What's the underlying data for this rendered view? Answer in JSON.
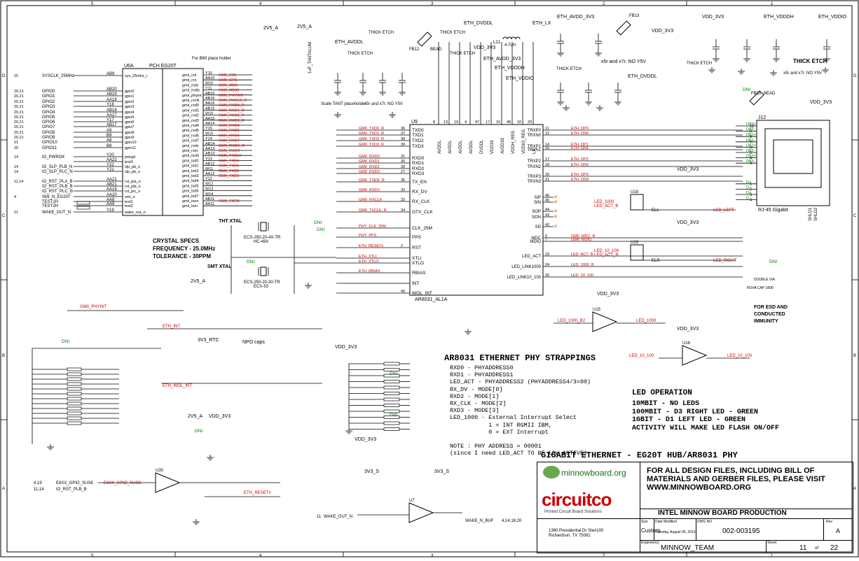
{
  "border": {
    "cols_top": [
      "5",
      "4",
      "3",
      "2",
      "1"
    ],
    "rows_left": [
      "D",
      "C",
      "B",
      "A"
    ]
  },
  "ic_pch": {
    "ref": "U6A",
    "part": "PCH EG20T",
    "left_pins": [
      "sys_25mhz_i",
      "gpio0",
      "gpio1",
      "gpio2",
      "gpio3",
      "gpio4",
      "gpio5",
      "gpio6",
      "gpio7",
      "gpio8",
      "gpio9",
      "gpio10",
      "gpio11",
      "pwrgd",
      "test3",
      "slp_pb_n",
      "slp_pb_n",
      "rst_pla_n",
      "rst_plb_n",
      "rst_plc_n",
      "smi_n",
      "test1",
      "test2",
      "wake_out_n"
    ],
    "right_pins": [
      "gmii_col",
      "gmii_crs",
      "gmii_mdc",
      "gmii_mdio",
      "gmii_phyint",
      "gmii_rxclk",
      "gmii_rxd0",
      "gmii_rxd1",
      "gmii_rxd2",
      "gmii_rxd3",
      "gmii_rxd4",
      "gmii_rxd5",
      "gmii_rxd6",
      "gmii_rxd7",
      "gmii_rxdv",
      "gmii_rxer",
      "gmii_txclk",
      "gmii_txd0",
      "gmii_txd1",
      "gmii_txd2",
      "gmii_txd3",
      "gmii_txd4",
      "gmii_txd5",
      "gmii_txd6",
      "gmii_txd7",
      "gmii_txen",
      "gmii_txer"
    ]
  },
  "left_nets": [
    {
      "pn": "15",
      "net": "SYSCLK_25MHz",
      "ball": "AB9"
    },
    {
      "pn": "20,21",
      "net": "GPIO0",
      "ball": "AB20"
    },
    {
      "pn": "20,21",
      "net": "GPIO1",
      "ball": "AB19"
    },
    {
      "pn": "20,21",
      "net": "GPIO2",
      "ball": "AA18"
    },
    {
      "pn": "20,21",
      "net": "GPIO3",
      "ball": "Y18"
    },
    {
      "pn": "20,21",
      "net": "GPIO4",
      "ball": "AB18"
    },
    {
      "pn": "20,21",
      "net": "GPIO5",
      "ball": "AA17"
    },
    {
      "pn": "20,21",
      "net": "GPIO6",
      "ball": "Y17"
    },
    {
      "pn": "20,21",
      "net": "GPIO7",
      "ball": "AB17"
    },
    {
      "pn": "20,21",
      "net": "GPIO8",
      "ball": "A9"
    },
    {
      "pn": "20,21",
      "net": "GPIO9",
      "ball": "B9"
    },
    {
      "pn": "21",
      "net": "GPIO10",
      "ball": "A8"
    },
    {
      "pn": "20",
      "net": "GPIO11",
      "ball": "B8"
    },
    {
      "pn": "14",
      "net": "IO_PWROK",
      "ball": "Y20"
    },
    {
      "pn": "",
      "net": "",
      "ball": "AA22"
    },
    {
      "pn": "14",
      "net": "IO_SLP_PLB_N",
      "ball": "Y22"
    },
    {
      "pn": "14",
      "net": "IO_SLP_PLC_N",
      "ball": "Y21"
    },
    {
      "pn": "11,14",
      "net": "IO_RST_PLA_B",
      "ball": "AA21"
    },
    {
      "pn": "",
      "net": "IO_RST_PLB_B",
      "ball": "AB21"
    },
    {
      "pn": "",
      "net": "IO_RST_PLC_B",
      "ball": "AA19"
    },
    {
      "pn": "4",
      "net": "SMI_N_EG20T",
      "ball": "AA20"
    },
    {
      "pn": "",
      "net": "TEST1H",
      "ball": "AA8"
    },
    {
      "pn": "",
      "net": "TEST2H",
      "ball": "AA9"
    },
    {
      "pn": "11",
      "net": "WAKE_OUT_N",
      "ball": "Y19"
    }
  ],
  "right_nets": [
    {
      "ball": "Y10",
      "net": "GMII_COL"
    },
    {
      "ball": "AA10",
      "net": "GMII_CRS"
    },
    {
      "ball": "W10",
      "net": "GMII_MDC"
    },
    {
      "ball": "Y11",
      "net": "GMII_MDIO"
    },
    {
      "ball": "AB10",
      "net": "GMII_PHYINT"
    },
    {
      "ball": "AB16",
      "net": "GMII_RXCLK_R"
    },
    {
      "ball": "AA16",
      "net": "GMII_RXD0_R"
    },
    {
      "ball": "AB15",
      "net": "GMII_RXD1_R"
    },
    {
      "ball": "W16",
      "net": "GMII_RXD2_R"
    },
    {
      "ball": "AA15",
      "net": "GMII_RXD3_R"
    },
    {
      "ball": "AA14",
      "net": "GMII_RXD4"
    },
    {
      "ball": "Y15",
      "net": "GMII_RXD5"
    },
    {
      "ball": "W15",
      "net": "GMII_RXD6"
    },
    {
      "ball": "Y14",
      "net": "GMII_RXD7"
    },
    {
      "ball": "AB14",
      "net": "GMII_RXDV_R"
    },
    {
      "ball": "AA13",
      "net": "GMII_RXER"
    },
    {
      "ball": "AB13",
      "net": "GMII_TXCLK"
    },
    {
      "ball": "Y13",
      "net": "GMII_TXD0"
    },
    {
      "ball": "AB12",
      "net": "GMII_TXD1"
    },
    {
      "ball": "W11",
      "net": "GMII_TXD2"
    },
    {
      "ball": "AA12",
      "net": "GMII_TXD3"
    },
    {
      "ball": "Y12",
      "net": ""
    },
    {
      "ball": "W12",
      "net": ""
    },
    {
      "ball": "W13",
      "net": ""
    },
    {
      "ball": "W14",
      "net": ""
    },
    {
      "ball": "AB11",
      "net": "GMII_TXEN"
    },
    {
      "ball": "AA11",
      "net": ""
    }
  ],
  "phy": {
    "ref": "U9",
    "part": "AR8031_AL1A",
    "left_pins": [
      {
        "n": "36",
        "name": "TXD0",
        "net": "GMII_TXD0_R"
      },
      {
        "n": "37",
        "name": "TXD1",
        "net": "GMII_TXD1_R"
      },
      {
        "n": "38",
        "name": "TXD2",
        "net": "GMII_TXD2_R"
      },
      {
        "n": "39",
        "name": "TXD3",
        "net": "GMII_TXD3_R"
      },
      {
        "n": "31",
        "name": "RXD0",
        "net": "GMII_RXD0"
      },
      {
        "n": "30",
        "name": "RXD1",
        "net": "GMII_RXD1"
      },
      {
        "n": "28",
        "name": "RXD2",
        "net": "GMII_RXD2"
      },
      {
        "n": "27",
        "name": "RXD3",
        "net": "GMII_RXD3"
      },
      {
        "n": "35",
        "name": "TX_EN",
        "net": "GMII_TXEN_R"
      },
      {
        "n": "33",
        "name": "RX_DV",
        "net": "GMII_RXDV"
      },
      {
        "n": "32",
        "name": "RX_CLK",
        "net": "GMII_RXCLK"
      },
      {
        "n": "34",
        "name": "GTX_CLK",
        "net": "GMII_TXCLK_R"
      },
      {
        "n": "",
        "name": "CLK_25M",
        "net": "PHY_CLK_25M"
      },
      {
        "n": "",
        "name": "PPS",
        "net": "PHY_PPS"
      },
      {
        "n": "2",
        "name": "RST",
        "net": "ETH_RESETn"
      },
      {
        "n": "",
        "name": "XTLI",
        "net": "ETH_XTLI"
      },
      {
        "n": "",
        "name": "XTLO",
        "net": "ETH_XTLO"
      },
      {
        "n": "",
        "name": "RBIAS",
        "net": "ETH_RBIAS"
      },
      {
        "n": "",
        "name": "INT",
        "net": ""
      },
      {
        "n": "40",
        "name": "WOL_INT",
        "net": ""
      }
    ],
    "top_pins": [
      {
        "n": "8",
        "name": "AVDDL"
      },
      {
        "n": "13",
        "name": "AVDDL"
      },
      {
        "n": "19",
        "name": "AVDDL"
      },
      {
        "n": "4",
        "name": "AVDDL"
      },
      {
        "n": "47",
        "name": "DVDDL"
      },
      {
        "n": "17",
        "name": "VDD33"
      },
      {
        "n": "16",
        "name": "AVDD33"
      },
      {
        "n": "48",
        "name": "VDDH_REG"
      },
      {
        "n": "10",
        "name": "VDDIO_REG"
      },
      {
        "n": "29",
        "name": "LX"
      }
    ],
    "right_pins": [
      {
        "n": "11",
        "name": "TRXP0",
        "net": "ETH_DP0"
      },
      {
        "n": "12",
        "name": "TRXN0",
        "net": "ETH_DN0"
      },
      {
        "n": "14",
        "name": "TRXP1",
        "net": "ETH_DP1"
      },
      {
        "n": "15",
        "name": "TRXN1",
        "net": "ETH_DN1"
      },
      {
        "n": "17",
        "name": "TRXP2",
        "net": "ETH_DP2"
      },
      {
        "n": "18",
        "name": "TRXN2",
        "net": "ETH_DN2"
      },
      {
        "n": "20",
        "name": "TRXP3",
        "net": "ETH_DP3"
      },
      {
        "n": "21",
        "name": "TRXN3",
        "net": "ETH_DN3"
      },
      {
        "n": "46",
        "name": "SIP",
        "net": ""
      },
      {
        "n": "45",
        "name": "SIN",
        "net": ""
      },
      {
        "n": "44",
        "name": "SOP",
        "net": ""
      },
      {
        "n": "43",
        "name": "SON",
        "net": ""
      },
      {
        "n": "42",
        "name": "SD",
        "net": ""
      },
      {
        "n": "6",
        "name": "MDC",
        "net": "GMII_MDC_R"
      },
      {
        "n": "7",
        "name": "MDIO",
        "net": "GMII_MDIO"
      },
      {
        "n": "23",
        "name": "LED_ACT",
        "net": "LED_ACT_B"
      },
      {
        "n": "24",
        "name": "LED_LINK1000",
        "net": "LED_1000_B"
      },
      {
        "n": "26",
        "name": "LED_LINK10_100",
        "net": "LED_10_100"
      }
    ]
  },
  "connector": {
    "ref": "J12",
    "part": "RJ-45 Gigabit",
    "pins": [
      "DB0+",
      "DB0-",
      "DB1+",
      "DB1-",
      "DB2+",
      "DB2-",
      "DB3+",
      "DB3-",
      "D+",
      "D-",
      "D+",
      "D-"
    ],
    "pin_nums": [
      "10",
      "9",
      "8",
      "7",
      "6",
      "5",
      "4",
      "3",
      "1",
      "2",
      "3",
      "4"
    ],
    "shield": [
      "SHLD1",
      "SHLD2"
    ]
  },
  "labels": {
    "bmi_note": "For BMI place holder",
    "tantalum": "1uF_TANTALUM",
    "place_tant": "Scale TANT placeholder",
    "thick_etch": "THICK ETCH",
    "thick_etch2": "THICK ETCH",
    "thick_etch3": "THICK ETCH",
    "x5r_note": "x5r and x7r.  NO Y5V",
    "x5r_note2": "x5r and x7r.  NO Y5V",
    "x5r_note3": "x5r and x7r.  NO Y5V",
    "tht_xtal": "THT XTAL",
    "smt_xtal": "SMT XTAL",
    "crystal_specs": "CRYSTAL SPECS",
    "frequency": "FREQUENCY - 25.0MHz",
    "tolerance": "TOLERANCE - 30PPM",
    "y3_part": "ECS-250-20-4X-TR",
    "y3_pkg": "HC-49X",
    "y4_part": "ECS-250-20-30-TR",
    "y4_pkg": "ECX-53",
    "npo_caps": "NPO caps",
    "esd_note": "FOR ESD AND\nCONDUCTED\nIMMUNITY",
    "double_via": "DOUBLE VIA",
    "nova_cap": "NOVA CAP 1808",
    "dni": "DNI",
    "bead": "BEAD",
    "l21": "L21",
    "l21_val": "4.7uH",
    "fb12": "FB12",
    "fb13": "FB13",
    "fb10": "FB10"
  },
  "power": {
    "v25a": "2V5_A",
    "v25a2": "2V5_A",
    "v33": "VDD_3V3",
    "eth_avddl": "ETH_AVDDL",
    "eth_dvddl": "ETH_DVDDL",
    "eth_lx": "ETH_LX",
    "eth_avdd_3v3": "ETH_AVDD_3V3",
    "eth_vdddh": "ETH_VDDDH",
    "eth_vddio": "ETH_VDDIO",
    "v3v3_rtc": "3V3_RTC",
    "v3v3_s": "3V3_S"
  },
  "strap": {
    "title": "AR8031 ETHERNET PHY STRAPPINGS",
    "lines": [
      "RXD0 - PHYADDRESS0",
      "RXD1 - PHYADDRESS1",
      "LED_ACT - PHYADDRESS2 (PHYADDRESS4/3=00)",
      "RX_DV - MODE[0]",
      "RXD2 - MODE[1]",
      "RX_CLK - MODE[2]",
      "RXD3 - MODE[3]",
      "LED_1000 - External Interrupt Select",
      "           1 = INT RGMII IBM,",
      "           0 = EXT Interrupt",
      "",
      "NOTE : PHY ADDRESS = 00001",
      "(since I need LED_ACT TO BE LOW ACTIVE)"
    ]
  },
  "led_op": {
    "title": "LED OPERATION",
    "lines": [
      "10MBIT - NO LEDS",
      "100MBIT - D3 RIGHT LED - GREEN",
      "1GBIT - D1 LEFT LED - GREEN",
      "ACTIVITY WILL MAKE LED FLASH ON/OFF"
    ]
  },
  "title_block": {
    "sheet_title": "GIGABIT ETHERNET - EG20T HUB/AR8031 PHY",
    "design_files": "FOR ALL DESIGN FILES, INCLUDING BILL OF MATERIALS AND GERBER FILES, PLEASE VISIT WWW.MINNOWBOARD.ORG",
    "minnowboard": "minnowboard.org",
    "circuitco": "circuitco",
    "circuitco_sub": "Printed Circuit Board Solutions",
    "address": "1380 Presidential Dr Ste#100\nRichardson, TX 75081",
    "project": "INTEL MINNOW BOARD PRODUCTION",
    "size_label": "Size",
    "size_val": "Custom",
    "date_label": "Date Modified",
    "date_val": "Tuesday, August 06, 2013",
    "dwg_label": "DWG NO",
    "dwg_val": "002-003195",
    "rev_label": "Rev",
    "rev_val": "A",
    "eng_label": "Engineer(s)",
    "eng_val": "MINNOW_TEAM",
    "sheet_label": "Sheet",
    "sheet_num": "11",
    "of": "of",
    "sheet_total": "22"
  },
  "misc_nets": {
    "eth_int": "ETH_INT",
    "eth_wol_int": "ETH_WOL_INT",
    "gmii_phyint": "GMII_PHYINT",
    "e6xx_gpio": "E6XX_GPIO_SUS8",
    "eth_resetn": "ETH_RESETn",
    "wake_n_buf": "WAKE_N_BUF",
    "wake_out_n": "WAKE_OUT_N",
    "io_rst_plb": "IO_RST_PLB_B",
    "led_1000_b2": "LED_1000_B2",
    "led_1000": "LED_1000",
    "led_10_100": "LED_10_100",
    "led_act_b": "LED_ACT_B",
    "eth_left": "ELL",
    "led_left": "LED_LEFT",
    "led_right": "LED_RIGHT",
    "elr": "ELR"
  },
  "colors": {
    "net": "#cc0000",
    "green": "#008000",
    "wire": "#000000",
    "border": "#000000"
  }
}
